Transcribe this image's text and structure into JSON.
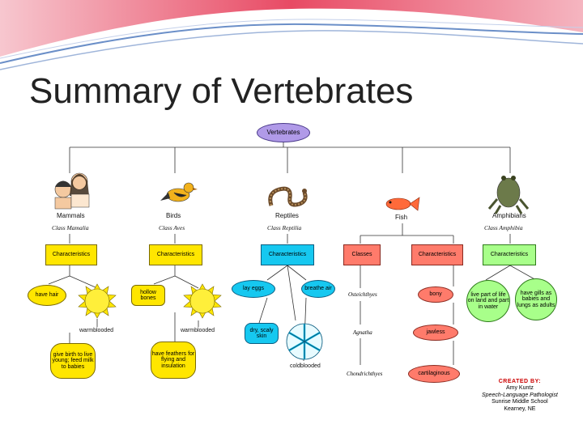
{
  "slide": {
    "title": "Summary of Vertebrates"
  },
  "root": "Vertebrates",
  "columns": {
    "mammals": {
      "name": "Mammals",
      "class": "Class Mamalia",
      "characteristics": "Characteristics",
      "warm": "warmblooded",
      "hair": "have hair",
      "birth": "give birth to live young; feed milk to babies"
    },
    "birds": {
      "name": "Birds",
      "class": "Class Aves",
      "characteristics": "Characteristics",
      "bones": "hollow bones",
      "warm": "warmblooded",
      "feathers": "have feathers for flying and insulation"
    },
    "reptiles": {
      "name": "Reptiles",
      "class": "Class Reptilia",
      "characteristics": "Characteristics",
      "eggs": "lay eggs",
      "breathe": "breathe air",
      "skin": "dry, scaly skin",
      "cold": "coldblooded"
    },
    "fish": {
      "name": "Fish",
      "classes": "Classes",
      "characteristics": "Characteristics",
      "osteichthyes": "Osteichthyes",
      "agnatha": "Agnatha",
      "chondrichthyes": "Chondrichthyes",
      "bony": "bony",
      "jawless": "jawless",
      "cartilaginous": "cartilaginous"
    },
    "amphibians": {
      "name": "Amphibians",
      "class": "Class Amphibia",
      "characteristics": "Characteristics",
      "land": "live part of life on land and part in water",
      "gills": "have gills as babies and lungs as adults"
    }
  },
  "credit": {
    "heading": "CREATED BY:",
    "name": "Amy Kuntz",
    "role": "Speech-Language Pathologist",
    "school": "Sunrise Middle School",
    "location": "Kearney, NE"
  }
}
